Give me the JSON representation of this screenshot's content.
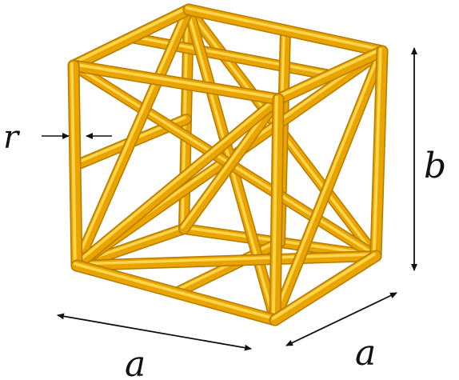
{
  "figure": {
    "labels": {
      "radius": "r",
      "height": "b",
      "width_front": "a",
      "width_side": "a"
    },
    "colors": {
      "strut_base": "#E9A400",
      "strut_highlight": "#FFD54A",
      "strut_shadow": "#B57B00",
      "arrow": "#111111",
      "background": "#FFFFFF"
    }
  }
}
